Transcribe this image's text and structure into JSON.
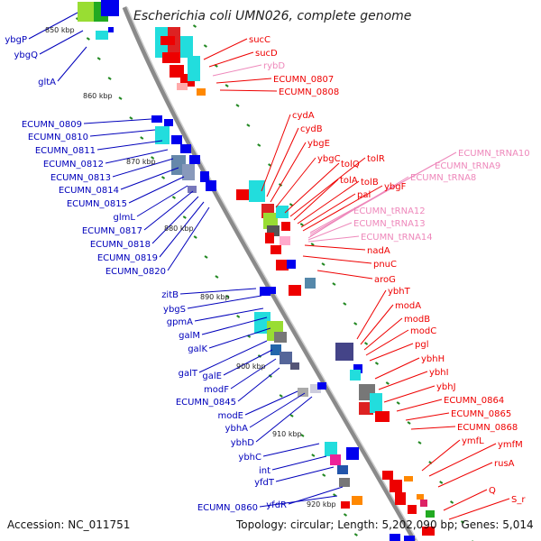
{
  "title": "Escherichia coli UMN026, complete genome",
  "footer": {
    "accession": "Accession: NC_011751",
    "summary": "Topology: circular; Length: 5,202,090 bp; Genes: 5,014"
  },
  "colors": {
    "backbone": "#8a8a8a",
    "forward_label": "#ee0000",
    "reverse_label": "#0000bb",
    "rna_label": "#ee88bb",
    "tick": "#228822"
  },
  "kbp_labels": [
    "850 kbp",
    "860 kbp",
    "870 kbp",
    "880 kbp",
    "890 kbp",
    "900 kbp",
    "910 kbp",
    "920 kbp"
  ],
  "right_labels": [
    "sucC",
    "sucD",
    "rybD",
    "ECUMN_0807",
    "ECUMN_0808",
    "cydA",
    "cydB",
    "ybgE",
    "ybgC",
    "tolQ",
    "tolR",
    "tolA",
    "tolB",
    "pal",
    "ybgF",
    "ECUMN_tRNA10",
    "ECUMN_tRNA9",
    "ECUMN_tRNA8",
    "ECUMN_tRNA12",
    "ECUMN_tRNA13",
    "ECUMN_tRNA14",
    "nadA",
    "pnuC",
    "aroG",
    "ybhT",
    "modA",
    "modB",
    "modC",
    "pgl",
    "ybhH",
    "ybhI",
    "ybhJ",
    "ECUMN_0864",
    "ECUMN_0865",
    "ECUMN_0868",
    "ymfL",
    "ymfM",
    "rusA",
    "Q",
    "S_r"
  ],
  "left_labels": [
    "ybgP",
    "ybgQ",
    "gltA",
    "ECUMN_0809",
    "ECUMN_0810",
    "ECUMN_0811",
    "ECUMN_0812",
    "ECUMN_0813",
    "ECUMN_0814",
    "ECUMN_0815",
    "glmL",
    "ECUMN_0817",
    "ECUMN_0818",
    "ECUMN_0819",
    "ECUMN_0820",
    "zitB",
    "ybgS",
    "gpmA",
    "galM",
    "galK",
    "galT",
    "galE",
    "modF",
    "ECUMN_0845",
    "modE",
    "ybhA",
    "ybhD",
    "ybhC",
    "int",
    "yfdT",
    "yfdR",
    "ECUMN_0860"
  ]
}
